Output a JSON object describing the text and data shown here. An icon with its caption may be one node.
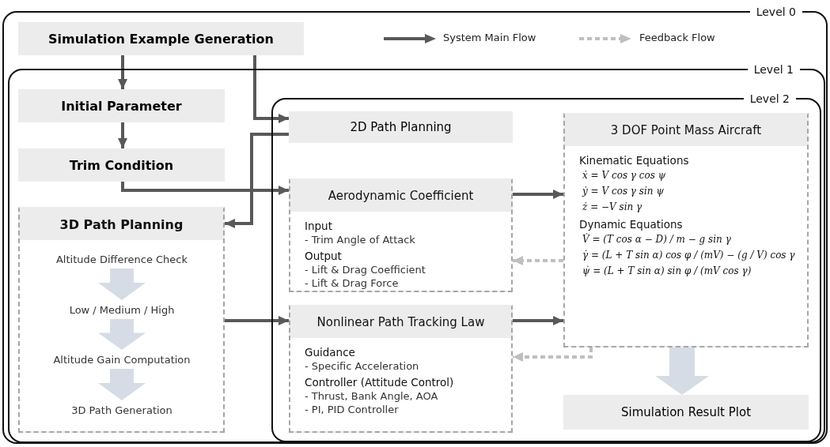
{
  "diagram": {
    "nodes": [
      {
        "text": [
          "Level 0"
        ]
      },
      {
        "text": [
          "Simulation Example Generation"
        ],
        "in": 0
      },
      {
        "text": [
          "Level 1"
        ],
        "in": 0
      },
      {
        "text": [
          "Initial Parameter"
        ],
        "in": 2
      },
      {
        "text": [
          "Trim Condition"
        ],
        "in": 2
      },
      {
        "text": [
          "3D Path Planning"
        ],
        "in": 2
      },
      {
        "text": [
          "Altitude Difference Check"
        ],
        "in": 5
      },
      {
        "text": [
          "Low / Medium / High"
        ],
        "in": 5
      },
      {
        "text": [
          "Altitude Gain Computation"
        ],
        "in": 5
      },
      {
        "text": [
          "3D Path Generation"
        ],
        "in": 5
      },
      {
        "text": [
          "Level 2"
        ],
        "in": 2
      },
      {
        "text": [
          "2D Path Planning"
        ],
        "in": 10
      },
      {
        "text": [
          "Aerodynamic Coefficient",
          "Input",
          "- Trim Angle of Attack",
          "Output",
          "- Lift & Drag Coefficient",
          "- Lift & Drag Force"
        ],
        "in": 10
      },
      {
        "text": [
          "Nonlinear Path Tracking Law",
          "Guidance",
          "- Specific Acceleration",
          "Controller (Attitude Control)",
          "- Thrust, Bank Angle, AOA",
          "- PI, PID Controller"
        ],
        "in": 10
      },
      {
        "text": [
          "3 DOF Point Mass Aircraft",
          "Kinematic Equations",
          "ẋ = V cos γ cos ψ",
          "ẏ = V cos γ sin ψ",
          "ż = −V sin γ",
          "Dynamic Equations",
          "V̇ = (T cos α − D) / m − g sin γ",
          "γ̇ = (L + T sin α) cos φ / (mV) − (g / V) cos γ",
          "ψ̇ = (L + T sin α) sin φ / (mV cos γ)"
        ],
        "in": 10
      },
      {
        "text": [
          "Simulation Result Plot"
        ],
        "in": 10
      }
    ],
    "edges": [
      {
        "from": 1,
        "to": 3,
        "arrow": "to"
      },
      {
        "from": 1,
        "to": 11,
        "arrow": "to"
      },
      {
        "from": 11,
        "to": 5,
        "arrow": "to"
      },
      {
        "from": 3,
        "to": 4,
        "arrow": "to"
      },
      {
        "from": 4,
        "to": 12,
        "arrow": "to"
      },
      {
        "from": 5,
        "to": 13,
        "arrow": "to"
      },
      {
        "from": 12,
        "to": 14,
        "arrow": "to"
      },
      {
        "from": 13,
        "to": 14,
        "arrow": "to"
      },
      {
        "from": 14,
        "to": 12,
        "arrow": "to",
        "style": "dashed",
        "color": "#bfbfbf"
      },
      {
        "from": 14,
        "to": 13,
        "arrow": "to",
        "style": "dashed",
        "color": "#bfbfbf"
      },
      {
        "from": 14,
        "to": 15,
        "arrow": "to",
        "style": "thick",
        "color": "#d6dce5"
      },
      {
        "from": 6,
        "to": 7,
        "arrow": "to",
        "style": "thick",
        "color": "#d6dce5"
      },
      {
        "from": 7,
        "to": 8,
        "arrow": "to",
        "style": "thick",
        "color": "#d6dce5"
      },
      {
        "from": 8,
        "to": 9,
        "arrow": "to",
        "style": "thick",
        "color": "#d6dce5"
      }
    ],
    "legend": [
      {
        "text": "System Main Flow"
      },
      {
        "text": "Feedback Flow"
      }
    ]
  }
}
